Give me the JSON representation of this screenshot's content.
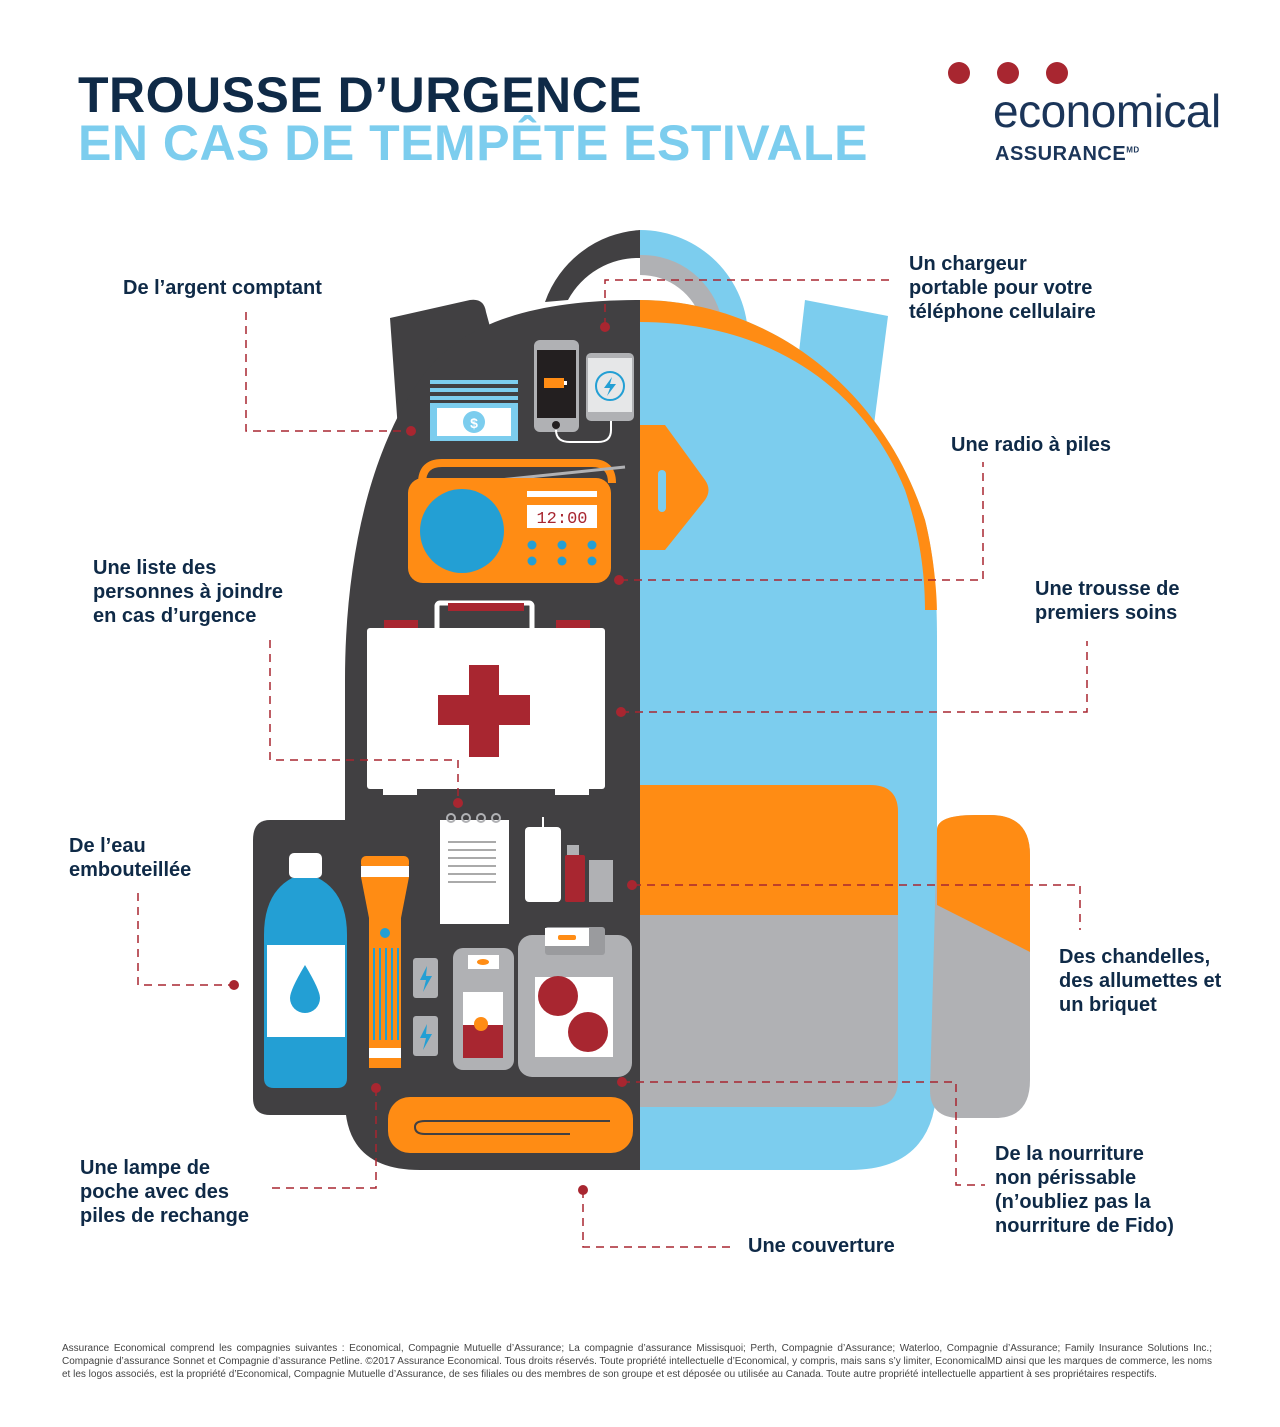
{
  "header": {
    "title_line1": "TROUSSE D’URGENCE",
    "title_line2": "EN CAS DE TEMPÊTE ESTIVALE"
  },
  "logo": {
    "wordmark": "economical",
    "subtitle": "ASSURANCE",
    "subtitle_mark": "MD",
    "dot_color": "#a82630"
  },
  "illustration": {
    "radio_display": "12:00",
    "colors": {
      "navy": "#0f2a47",
      "light_blue": "#7ccdee",
      "dark_gray": "#414042",
      "orange": "#ff8c14",
      "red": "#a82630",
      "gray": "#b0b1b4",
      "water_blue": "#239fd4"
    }
  },
  "labels": {
    "cash": "De l’argent comptant",
    "charger": "Un chargeur\nportable pour votre\ntéléphone cellulaire",
    "radio": "Une radio à piles",
    "contacts": "Une liste des\npersonnes à joindre\nen cas d’urgence",
    "first_aid": "Une trousse de\npremiers soins",
    "water": "De l’eau\nembouteillée",
    "candles": "Des chandelles,\ndes allumettes et\nun briquet",
    "flashlight": "Une lampe de\npoche avec des\npiles de rechange",
    "food": "De la nourriture\nnon périssable\n(n’oubliez pas la\nnourriture de Fido)",
    "blanket": "Une couverture"
  },
  "footer": {
    "legal": "Assurance Economical comprend les compagnies suivantes : Economical, Compagnie Mutuelle d’Assurance; La compagnie d’assurance Missisquoi; Perth, Compagnie d’Assurance; Waterloo, Compagnie d’Assurance; Family Insurance Solutions Inc.; Compagnie d’assurance Sonnet et Compagnie d’assurance Petline. ©2017 Assurance Economical. Tous droits réservés. Toute propriété intellectuelle d’Economical, y compris, mais sans s’y limiter, EconomicalMD ainsi que les marques de commerce, les noms et les logos associés, est la propriété d’Economical, Compagnie Mutuelle d’Assurance, de ses filiales ou des membres de son groupe et est déposée ou utilisée au Canada. Toute autre propriété intellectuelle appartient à ses propriétaires respectifs."
  }
}
